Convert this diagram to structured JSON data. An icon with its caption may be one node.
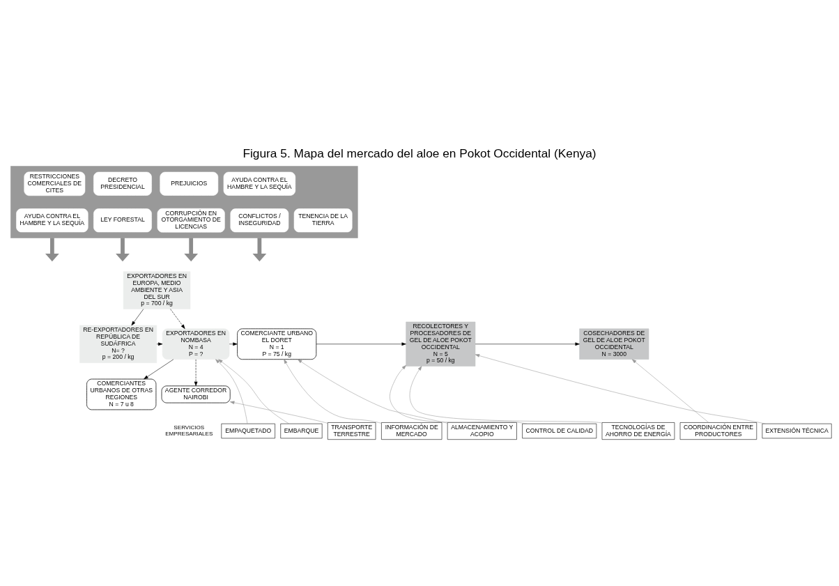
{
  "diagram": {
    "title": "Figura 5. Mapa del mercado del aloe en Pokot Occidental (Kenya)",
    "nodes": [
      {
        "text": [],
        "shape": "band"
      },
      {
        "text": [
          "RESTRICCIONES COMERCIALES DE CITES"
        ],
        "in": 0
      },
      {
        "text": [
          "DECRETO PRESIDENCIAL"
        ],
        "in": 0
      },
      {
        "text": [
          "PREJUICIOS"
        ],
        "in": 0
      },
      {
        "text": [
          "AYUDA CONTRA EL HAMBRE Y LA SEQUÍA"
        ],
        "in": 0
      },
      {
        "text": [
          "AYUDA CONTRA EL HAMBRE Y LA SEQUÍA"
        ],
        "in": 0
      },
      {
        "text": [
          "LEY FORESTAL"
        ],
        "in": 0
      },
      {
        "text": [
          "CORRUPCIÓN EN OTORGAMIENTO DE LICENCIAS"
        ],
        "in": 0
      },
      {
        "text": [
          "CONFLICTOS / INSEGURIDAD"
        ],
        "in": 0
      },
      {
        "text": [
          "TENENCIA DE LA TIERRA"
        ],
        "in": 0
      },
      {
        "text": [
          "EXPORTADORES EN EUROPA, MEDIO AMBIENTE Y ASIA DEL SUR",
          "p = 700 / kg"
        ]
      },
      {
        "text": [
          "RE-EXPORTADORES EN REPÚBLICA DE SUDÁFRICA",
          "N= ?",
          "p = 200 / kg"
        ]
      },
      {
        "text": [
          "EXPORTADORES EN NOMBASA",
          "N = 4",
          "P = ?"
        ]
      },
      {
        "text": [
          "COMERCIANTES URBANOS DE OTRAS REGIONES",
          "N = 7 u 8"
        ]
      },
      {
        "text": [
          "COMERCIANTE URBANO EL DORET",
          "N = 1",
          "P = 75 / kg"
        ]
      },
      {
        "text": [
          "AGENTE CORREDOR NAIROBI"
        ]
      },
      {
        "text": [
          "RECOLECTORES Y PROCESADORES DE GEL DE ALOE POKOT OCCIDENTAL",
          "N = 5",
          "p = 50 / kg"
        ]
      },
      {
        "text": [
          "COSECHADORES DE GEL DE ALOE POKOT OCCIDENTAL",
          "N = 3000"
        ]
      },
      {
        "text": [
          "EMPAQUETADO"
        ]
      },
      {
        "text": [
          "EMBARQUE"
        ]
      },
      {
        "text": [
          "TRANSPORTE TERRESTRE"
        ]
      },
      {
        "text": [
          "INFORMACIÓN DE MERCADO"
        ]
      },
      {
        "text": [
          "ALMACENAMIENTO Y ACOPIO"
        ]
      },
      {
        "text": [
          "CONTROL DE CALIDAD"
        ]
      },
      {
        "text": [
          "TECNOLOGÍAS DE AHORRO DE ENERGÍA"
        ]
      },
      {
        "text": [
          "COORDINACIÓN ENTRE PRODUCTORES"
        ]
      },
      {
        "text": [
          "EXTENSIÓN TÉCNICA"
        ]
      }
    ],
    "edges": [
      {
        "from": 0,
        "to": null,
        "arrow": "to",
        "style": "thick",
        "color": "#8c8c8c"
      },
      {
        "from": 0,
        "to": null,
        "arrow": "to",
        "style": "thick",
        "color": "#8c8c8c"
      },
      {
        "from": 0,
        "to": null,
        "arrow": "to",
        "style": "thick",
        "color": "#8c8c8c"
      },
      {
        "from": 0,
        "to": null,
        "arrow": "to",
        "style": "thick",
        "color": "#8c8c8c"
      },
      {
        "from": 10,
        "to": 12,
        "arrow": "to",
        "style": "dashed",
        "color": "#000000"
      },
      {
        "from": 10,
        "to": 11,
        "arrow": "to",
        "color": "#000000"
      },
      {
        "from": 11,
        "to": 12,
        "arrow": "to",
        "color": "#000000"
      },
      {
        "from": 12,
        "to": 13,
        "arrow": "to",
        "color": "#000000"
      },
      {
        "from": 12,
        "to": 14,
        "arrow": "to",
        "color": "#000000"
      },
      {
        "from": 12,
        "to": 15,
        "arrow": "to",
        "style": "dashed",
        "color": "#000000"
      },
      {
        "from": 14,
        "to": 16,
        "arrow": "to",
        "color": "#000000"
      },
      {
        "from": 16,
        "to": 17,
        "arrow": "to",
        "color": "#000000"
      },
      {
        "from": 18,
        "to": 12,
        "arrow": "to",
        "color": "#999999"
      },
      {
        "from": 19,
        "to": 12,
        "arrow": "to",
        "color": "#999999"
      },
      {
        "from": 20,
        "to": 15,
        "arrow": "to",
        "color": "#999999"
      },
      {
        "from": 21,
        "to": 14,
        "arrow": "to",
        "color": "#999999"
      },
      {
        "from": 22,
        "to": 14,
        "arrow": "to",
        "color": "#999999"
      },
      {
        "from": 23,
        "to": 16,
        "arrow": "to",
        "color": "#999999"
      },
      {
        "from": 24,
        "to": 16,
        "arrow": "to",
        "color": "#999999"
      },
      {
        "from": 25,
        "to": 17,
        "arrow": "to",
        "color": "#999999"
      },
      {
        "from": 26,
        "to": 16,
        "arrow": "to",
        "color": "#999999"
      }
    ],
    "labels": [
      "SERVICIOS EMPRESARIALES"
    ]
  }
}
